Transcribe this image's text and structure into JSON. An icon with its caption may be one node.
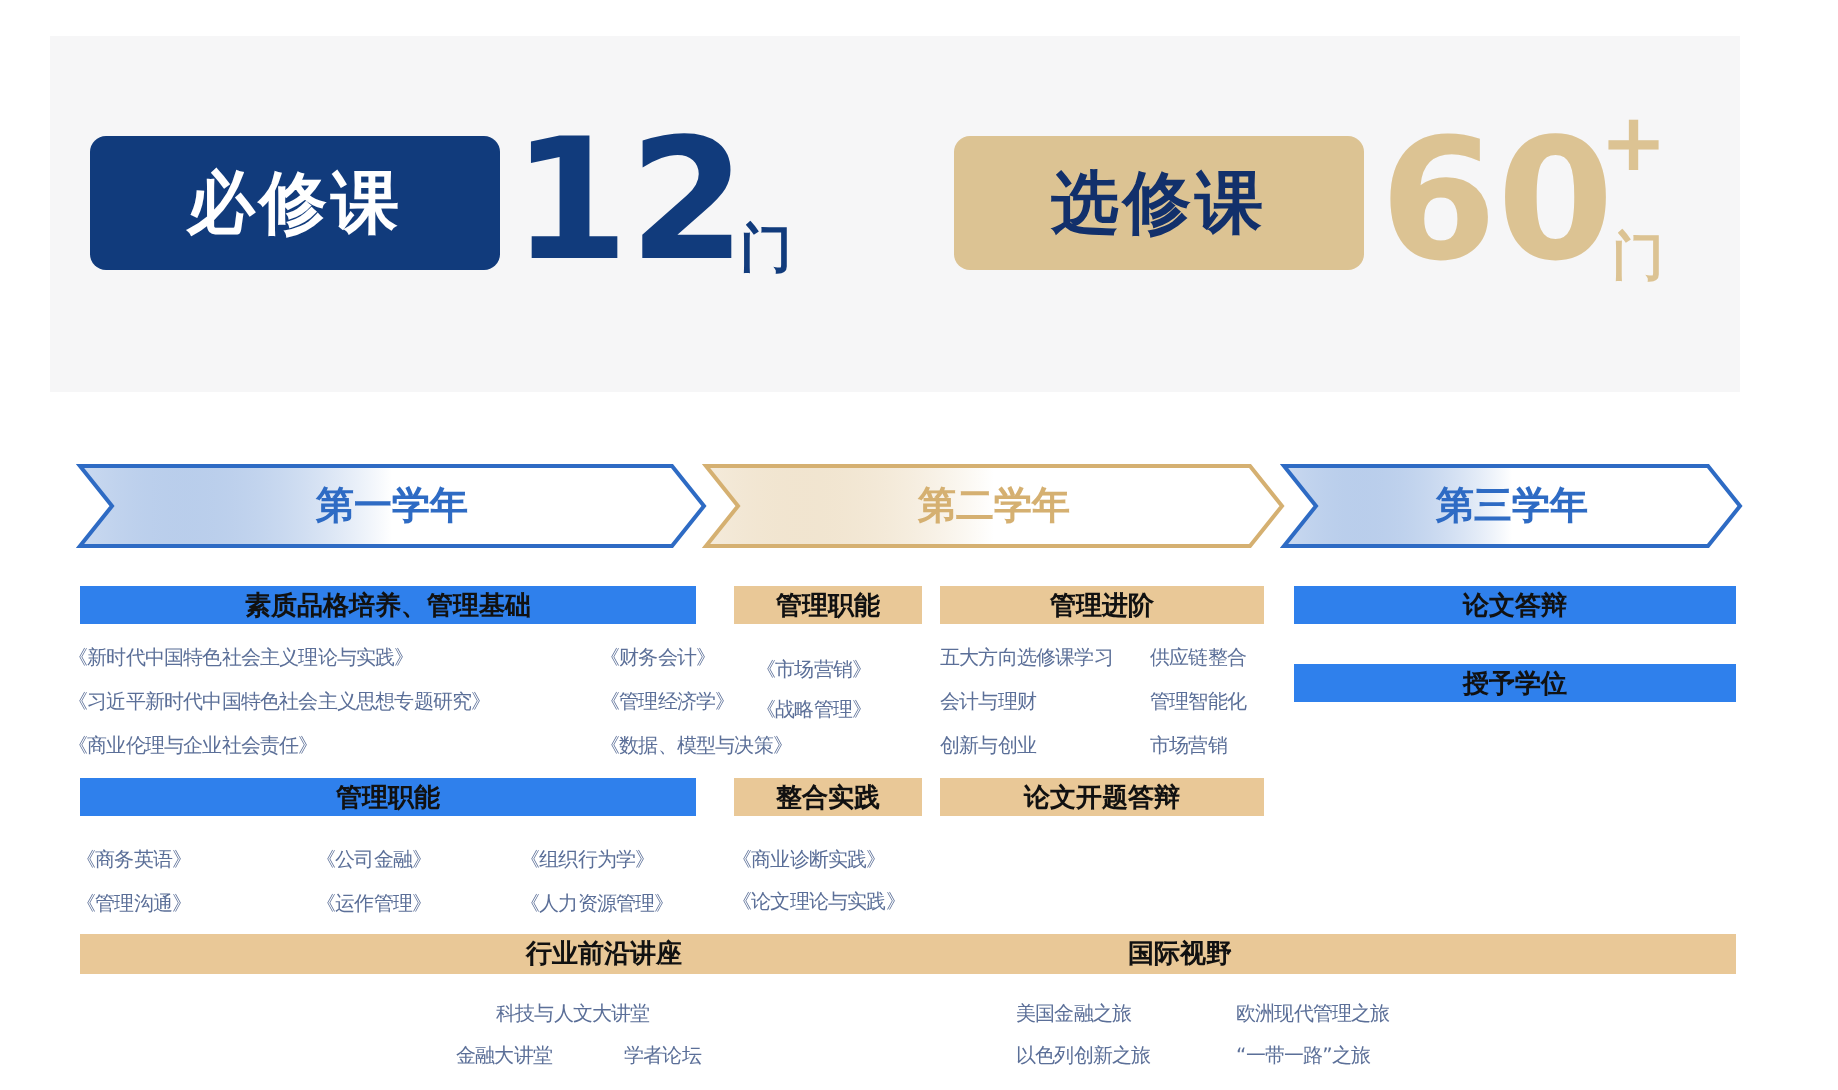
{
  "diagram": {
    "nodes": [
      {
        "text": [
          "必修课"
        ],
        "beside": [
          "12",
          "门"
        ]
      },
      {
        "text": [
          "选修课"
        ],
        "beside": [
          "60",
          "+",
          "门"
        ]
      },
      {
        "text": [
          "第一学年"
        ]
      },
      {
        "text": [
          "第二学年"
        ]
      },
      {
        "text": [
          "第三学年"
        ]
      },
      {
        "text": [
          "素质品格培养、管理基础"
        ]
      },
      {
        "text": [
          "管理职能"
        ]
      },
      {
        "text": [
          "管理进阶"
        ]
      },
      {
        "text": [
          "论文答辩"
        ]
      },
      {
        "text": [
          "授予学位"
        ]
      },
      {
        "text": [
          "管理职能"
        ]
      },
      {
        "text": [
          "整合实践"
        ]
      },
      {
        "text": [
          "论文开题答辩"
        ]
      },
      {
        "text": [
          "行业前沿讲座",
          "国际视野"
        ]
      }
    ],
    "edges": [],
    "labels": [
      "《新时代中国特色社会主义理论与实践》",
      "《财务会计》",
      "《习近平新时代中国特色社会主义思想专题研究》",
      "《管理经济学》",
      "《商业伦理与企业社会责任》",
      "《数据、模型与决策》",
      "《市场营销》",
      "《战略管理》",
      "五大方向选修课学习",
      "供应链整合",
      "会计与理财",
      "管理智能化",
      "创新与创业",
      "市场营销",
      "《商务英语》",
      "《公司金融》",
      "《组织行为学》",
      "《管理沟通》",
      "《运作管理》",
      "《人力资源管理》",
      "《商业诊断实践》",
      "《论文理论与实践》",
      "科技与人文大讲堂",
      "金融大讲堂",
      "学者论坛",
      "美国金融之旅",
      "欧洲现代管理之旅",
      "以色列创新之旅",
      "“一带一路”之旅"
    ]
  }
}
